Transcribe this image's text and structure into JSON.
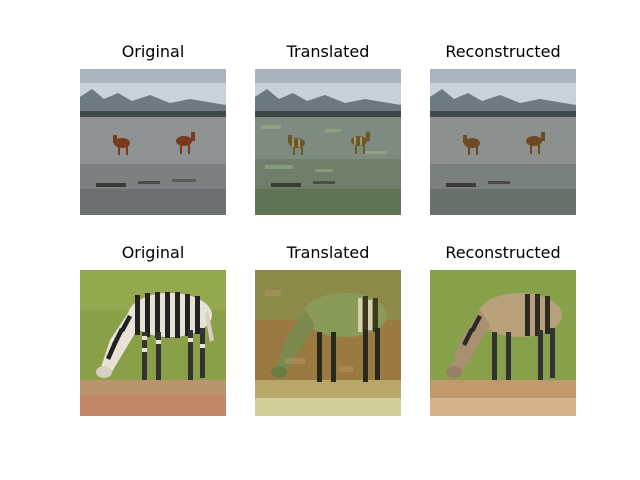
{
  "rows": [
    {
      "scene": "horses on beach",
      "panels": [
        {
          "title": "Original",
          "variant": "natural"
        },
        {
          "title": "Translated",
          "variant": "greenish-noisy"
        },
        {
          "title": "Reconstructed",
          "variant": "natural"
        }
      ]
    },
    {
      "scene": "zebra grazing",
      "panels": [
        {
          "title": "Original",
          "variant": "zebra"
        },
        {
          "title": "Translated",
          "variant": "horse-like"
        },
        {
          "title": "Reconstructed",
          "variant": "zebra-faded"
        }
      ]
    }
  ],
  "colors": {
    "sky": "#c9d2da",
    "mountains": "#6e7a82",
    "beach": "#8e9293",
    "grass": "#8aa048",
    "dirt": "#c08868",
    "horse": "#7a3a1c"
  }
}
